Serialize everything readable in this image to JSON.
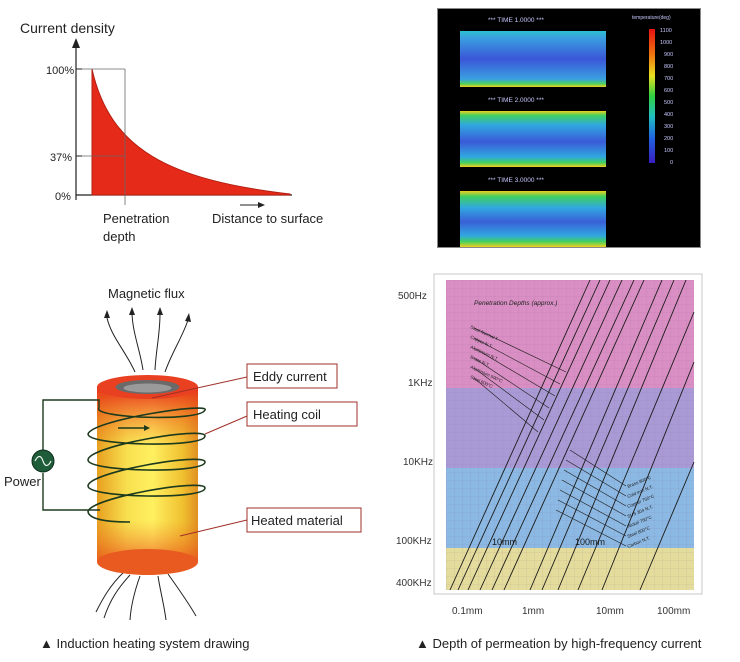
{
  "density_chart": {
    "ylabel": "Current density",
    "xlabel": "Distance to surface",
    "ticks": [
      "100%",
      "37%",
      "0%"
    ],
    "penetration_label_1": "Penetration",
    "penetration_label_2": "depth"
  },
  "simulation": {
    "legend_title": "temperature(deg)",
    "legend_values": [
      "1100",
      "1000",
      "900",
      "800",
      "700",
      "600",
      "500",
      "400",
      "300",
      "200",
      "100",
      "0"
    ],
    "frames": [
      {
        "label": "*** TIME   1.0000 ***"
      },
      {
        "label": "*** TIME   2.0000 ***"
      },
      {
        "label": "*** TIME   3.0000 ***"
      }
    ]
  },
  "coil_diagram": {
    "magnetic_flux": "Magnetic flux",
    "eddy_current": "Eddy current",
    "heating_coil": "Heating coil",
    "power": "Power",
    "heated_material": "Heated material"
  },
  "depth_chart": {
    "title": "Penetration Depths (approx.)",
    "freq_labels": [
      "500Hz",
      "1KHz",
      "10KHz",
      "100KHz",
      "400KHz"
    ],
    "x_labels": [
      "0.1mm",
      "1mm",
      "10mm",
      "100mm"
    ],
    "inner_labels": [
      "10mm",
      "100mm"
    ],
    "left_materials": [
      "Steel Normal T",
      "Copper N.T.",
      "Aluminium N.T.",
      "Brass N.T.",
      "Aluminium 500°C",
      "Steel 800°C"
    ],
    "right_materials": [
      "Brass 800°C",
      "Cold iron N.T.",
      "Copper 750°C",
      "SUS 304 N.T.",
      "Nickel 750°C",
      "Steel 800°C",
      "Carbon N.T."
    ]
  },
  "captions": {
    "left": "Induction heating system drawing",
    "right": "Depth of permeation by high-frequency current"
  },
  "colors": {
    "density_fill": "#e52a1a",
    "band_pink": "#d98fc4",
    "band_purple": "#a99ad6",
    "band_blue": "#8cb9e3",
    "band_yellow": "#e4dc9c"
  }
}
